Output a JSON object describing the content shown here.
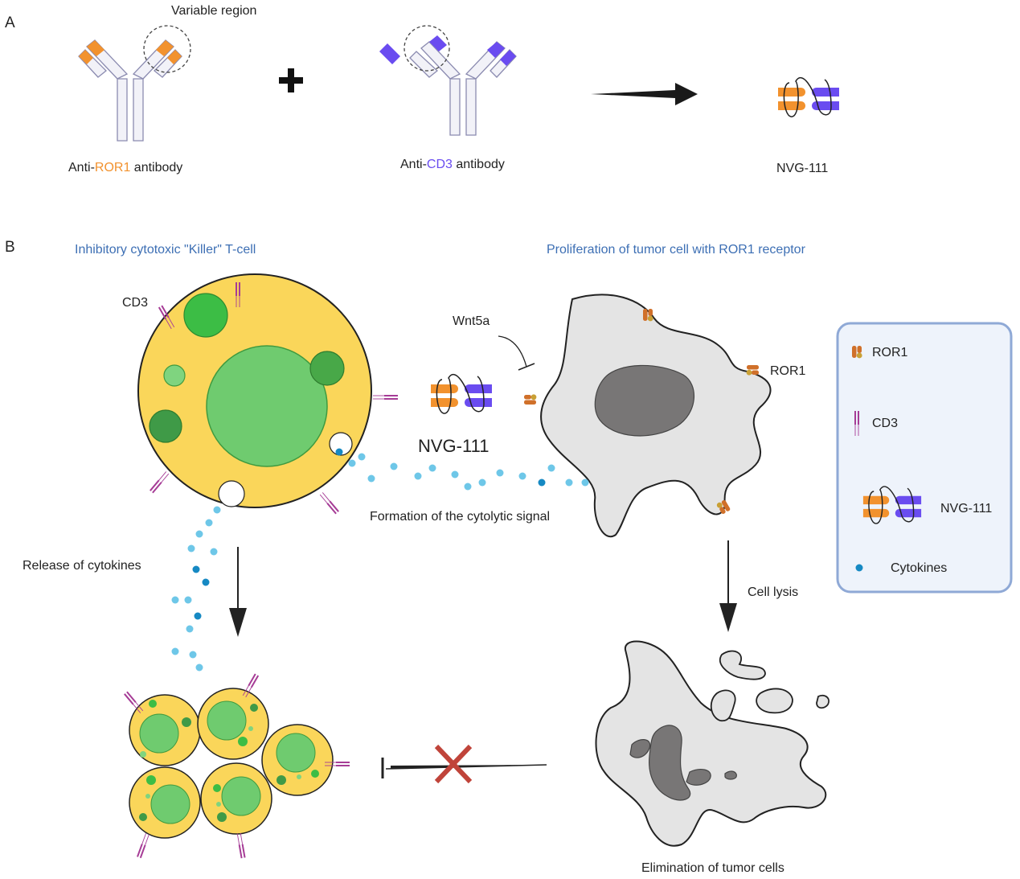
{
  "panel_a": {
    "letter": "A",
    "variable_region": "Variable region",
    "ror1_antibody": {
      "prefix": "Anti-",
      "target": "ROR1",
      "suffix": " antibody"
    },
    "cd3_antibody": {
      "prefix": "Anti-",
      "target": "CD3",
      "suffix": " antibody"
    },
    "product": "NVG-111"
  },
  "panel_b": {
    "letter": "B",
    "tcell_title": "Inhibitory cytotoxic \"Killer\" T-cell",
    "tumor_title": "Proliferation of tumor cell with ROR1 receptor",
    "cd3_label": "CD3",
    "wnt5a_label": "Wnt5a",
    "ror1_label": "ROR1",
    "nvg_label": "NVG-111",
    "cytolytic_signal": "Formation of the cytolytic signal",
    "release_cytokines": "Release of cytokines",
    "cell_lysis": "Cell lysis",
    "elimination": "Elimination of tumor cells"
  },
  "legend": {
    "items": [
      {
        "label": "ROR1"
      },
      {
        "label": "CD3"
      },
      {
        "label": "NVG-111"
      },
      {
        "label": "Cytokines"
      }
    ]
  },
  "colors": {
    "orange": "#f2922e",
    "violet": "#6a4cf0",
    "tcell_yellow": "#fad65a",
    "nucleus_green": "#6fcb6f",
    "cd3_magenta": "#a63c96",
    "ror1_brown": "#d0702a",
    "cytokine_blue": "#3aa7d8",
    "tumor_gray": "#e4e4e4",
    "legend_border": "#8fa9d6",
    "block_red": "#c0443a",
    "title_blue": "#3d6fb4"
  }
}
